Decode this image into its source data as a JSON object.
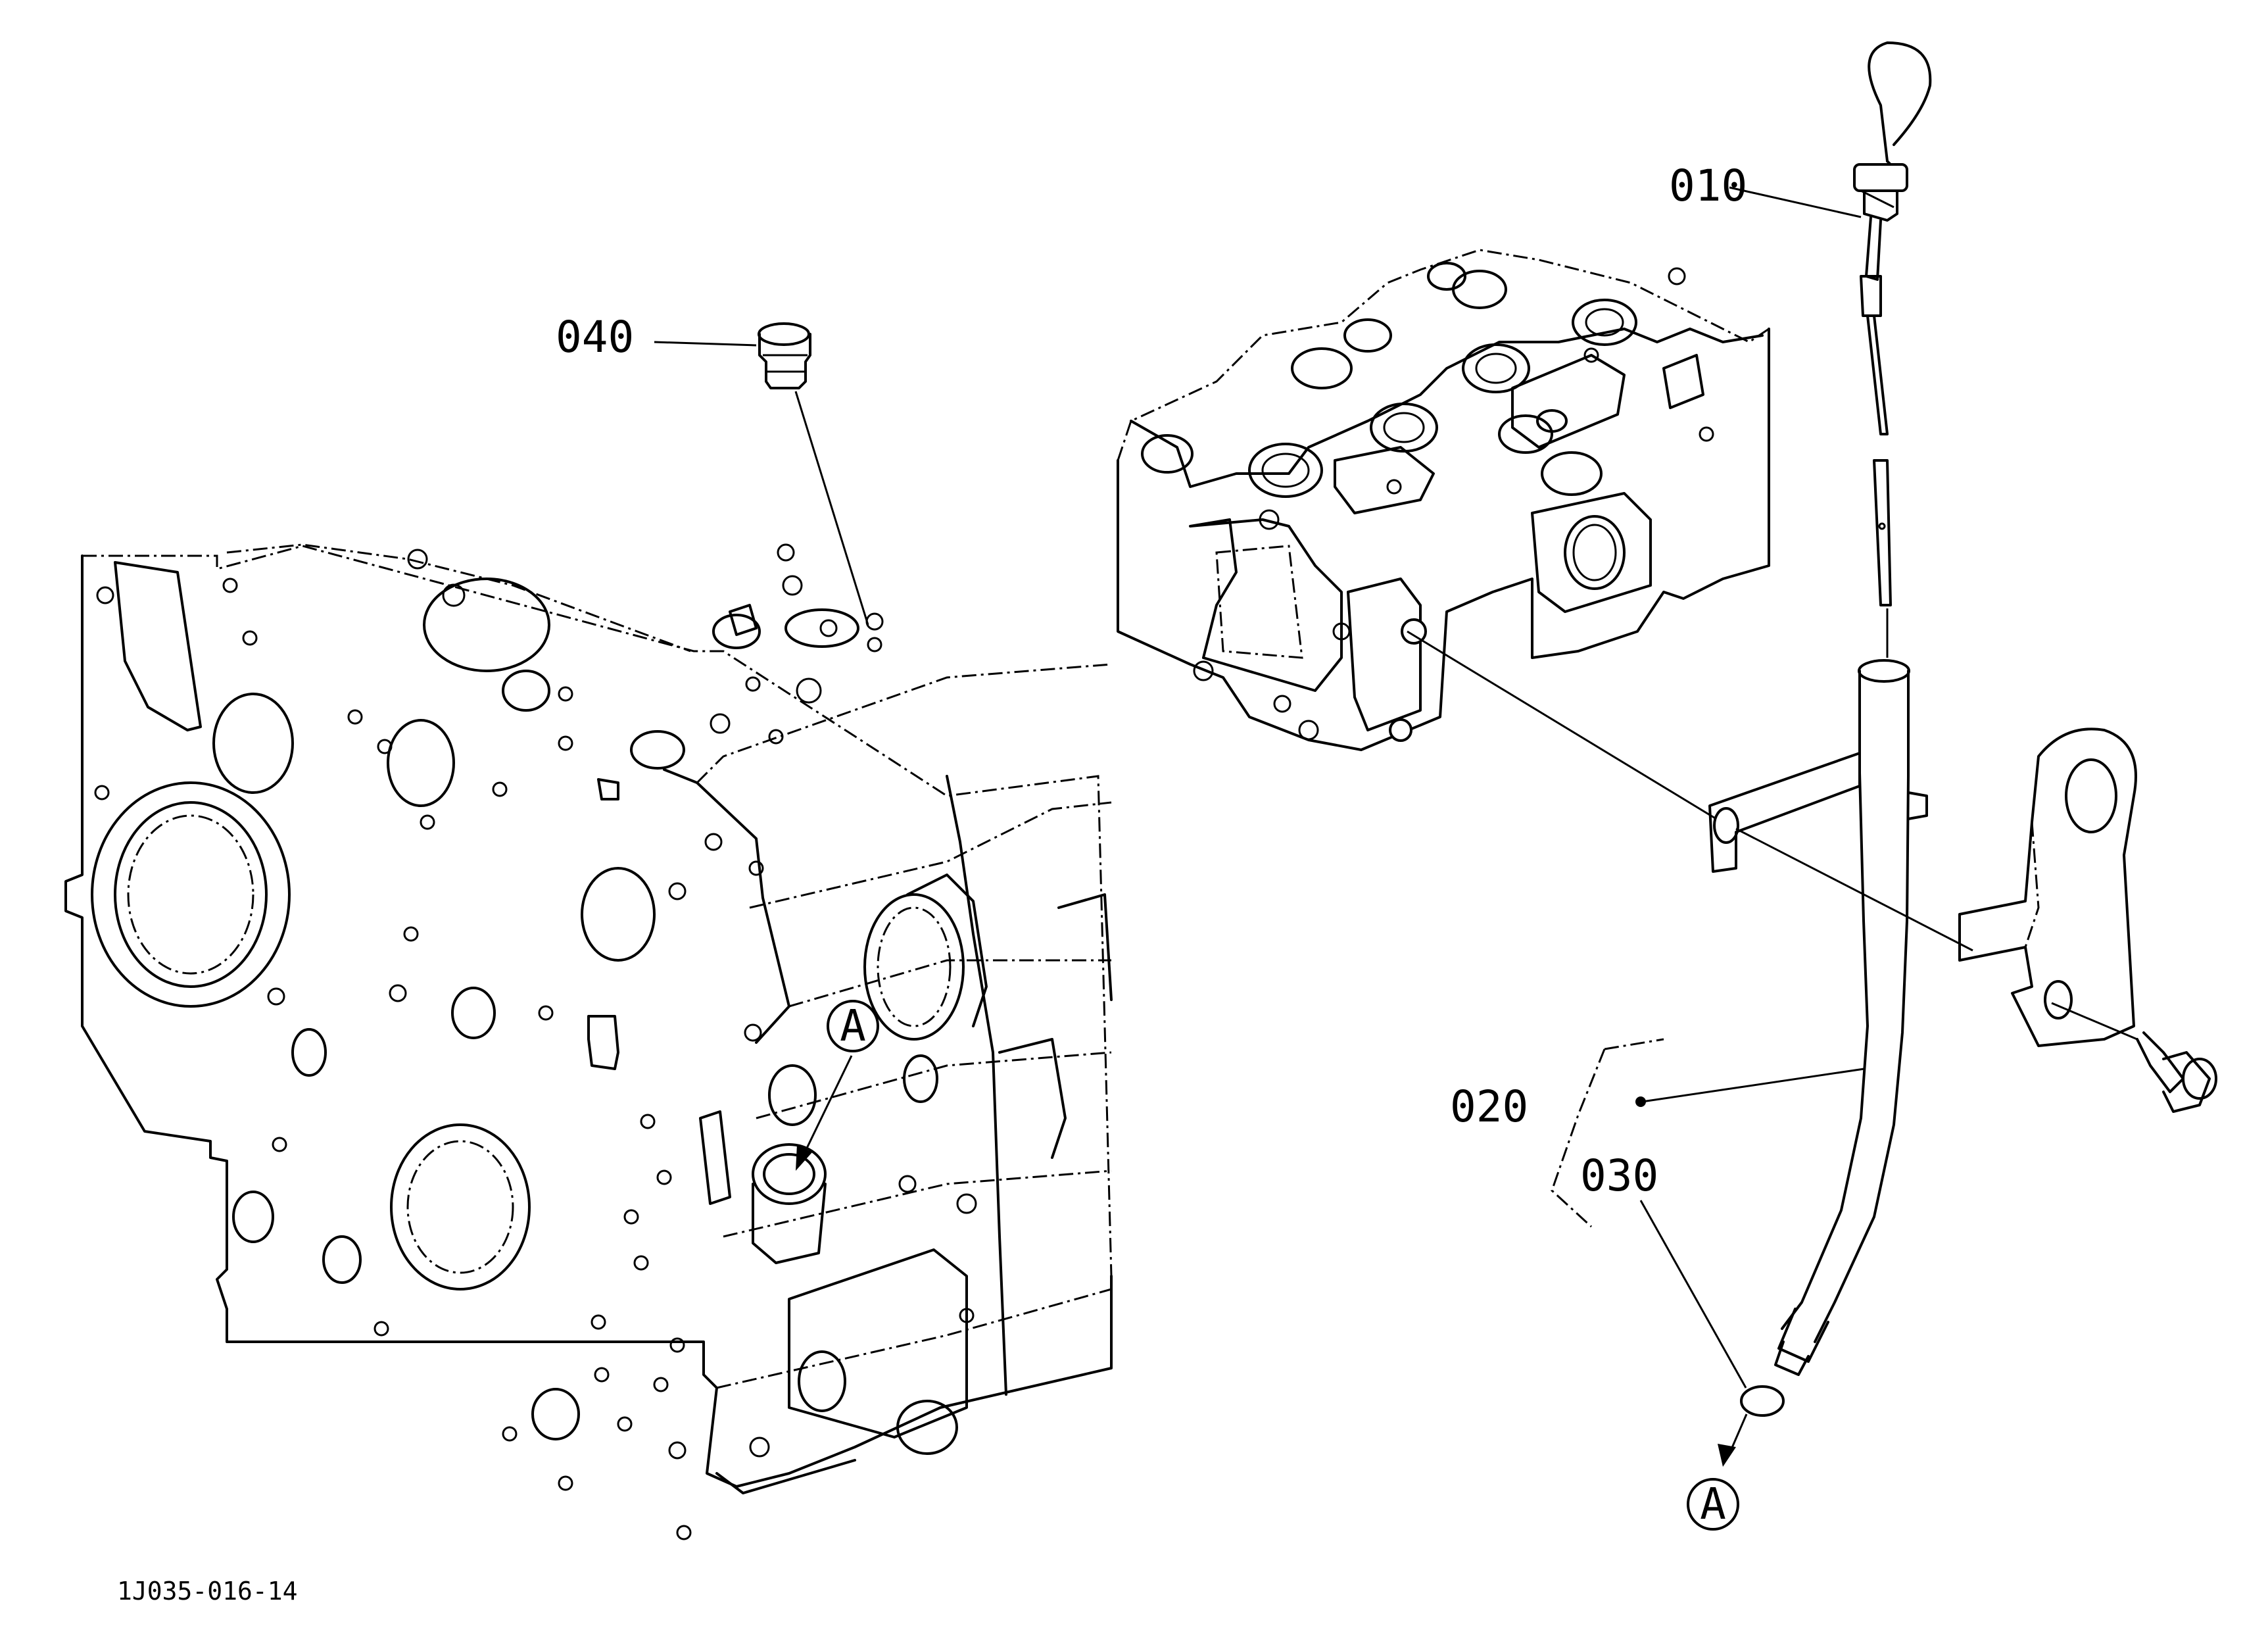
{
  "diagram": {
    "callouts": [
      {
        "id": "part-010",
        "text": "010"
      },
      {
        "id": "part-020",
        "text": "020"
      },
      {
        "id": "part-030",
        "text": "030"
      },
      {
        "id": "part-040",
        "text": "040"
      }
    ],
    "reference_marks": [
      {
        "id": "ref-a-block",
        "text": "A"
      },
      {
        "id": "ref-a-tube",
        "text": "A"
      }
    ],
    "drawing_number": "1J035-016-14"
  }
}
